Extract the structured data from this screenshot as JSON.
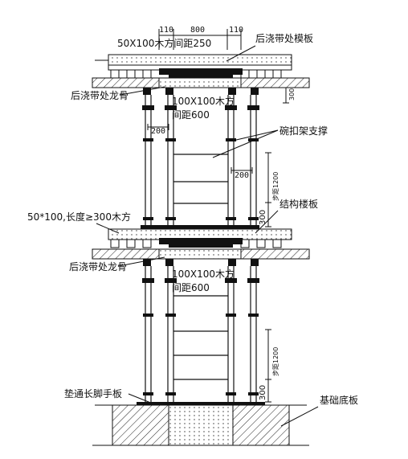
{
  "dimensions": {
    "left_110": "110",
    "mid_800": "800",
    "right_110": "110",
    "gap_300_top": "300",
    "gap_200_a": "200",
    "gap_200_b": "200",
    "gap_300_mid": "300",
    "gap_300_bot": "300",
    "step_1200_upper": "步距1200",
    "step_1200_lower": "步距1200"
  },
  "labels": {
    "top_batten": "50X100木方间距250",
    "post_cast_formwork": "后浇带处模板",
    "joist_upper": "后浇带处龙骨",
    "square_timber_upper_a": "100X100木方",
    "square_timber_upper_b": "间距600",
    "bowl_scaffold": "碗扣架支撑",
    "structural_slab": "结构楼板",
    "short_batten": "50*100,长度≥300木方",
    "joist_lower": "后浇带处龙骨",
    "square_timber_lower_a": "100X100木方",
    "square_timber_lower_b": "间距600",
    "scaffold_board": "垫通长脚手板",
    "foundation_slab": "基础底板"
  },
  "colors": {
    "line": "#111111",
    "hatch": "#222222",
    "background": "#ffffff"
  }
}
